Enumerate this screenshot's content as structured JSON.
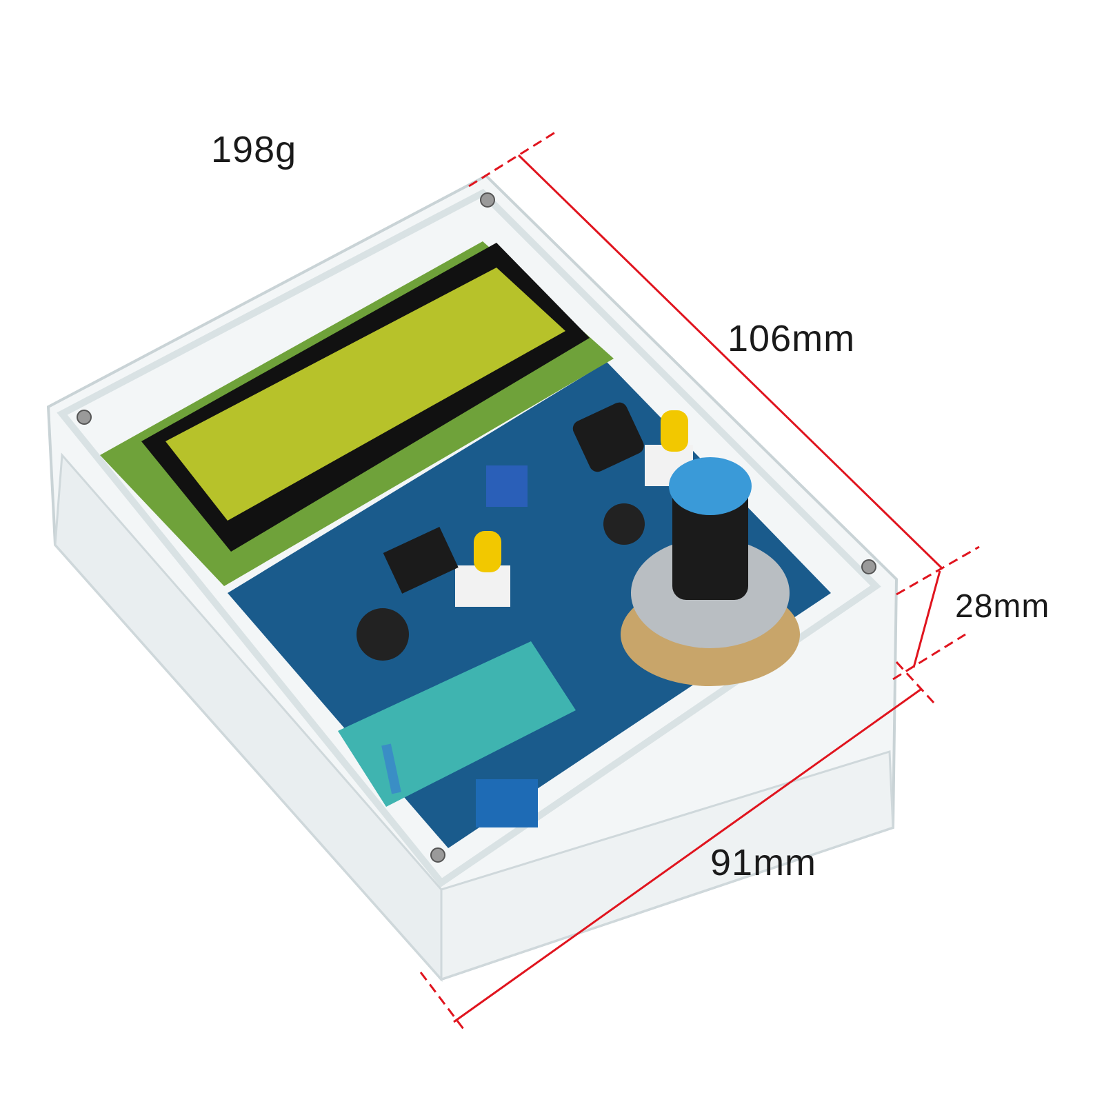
{
  "annotations": {
    "weight": "198g",
    "length": "106mm",
    "height": "28mm",
    "width": "91mm"
  },
  "colors": {
    "dimension_line": "#e0141e",
    "pcb": "#1a5b8c",
    "lcd_screen": "#b7c22a",
    "zif_socket": "#3fb4b0",
    "knob_cap": "#3a9ad8"
  }
}
